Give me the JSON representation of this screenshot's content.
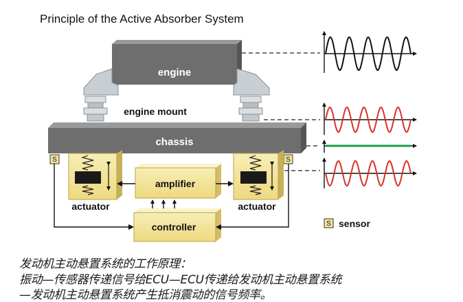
{
  "title": "Principle of the Active Absorber System",
  "labels": {
    "engine": "engine",
    "engine_mount": "engine mount",
    "chassis": "chassis",
    "amplifier": "amplifier",
    "controller": "controller",
    "actuator_left": "actuator",
    "actuator_right": "actuator",
    "sensor_marker": "S",
    "sensor_legend": "sensor"
  },
  "caption": {
    "line1": "发动机主动悬置系统的工作原理：",
    "line2": "振动—传感器传递信号给ECU—ECU传递给发动机主动悬置系统",
    "line3": "—发动机主动悬置系统产生抵消震动的信号频率。"
  },
  "colors": {
    "block": "#6e6e6e",
    "block_dark": "#4a4a4a",
    "box_yellow": "#f3e39a",
    "wave_engine": "#111111",
    "wave_red": "#d9302a",
    "wave_flat": "#1f9a4a"
  }
}
